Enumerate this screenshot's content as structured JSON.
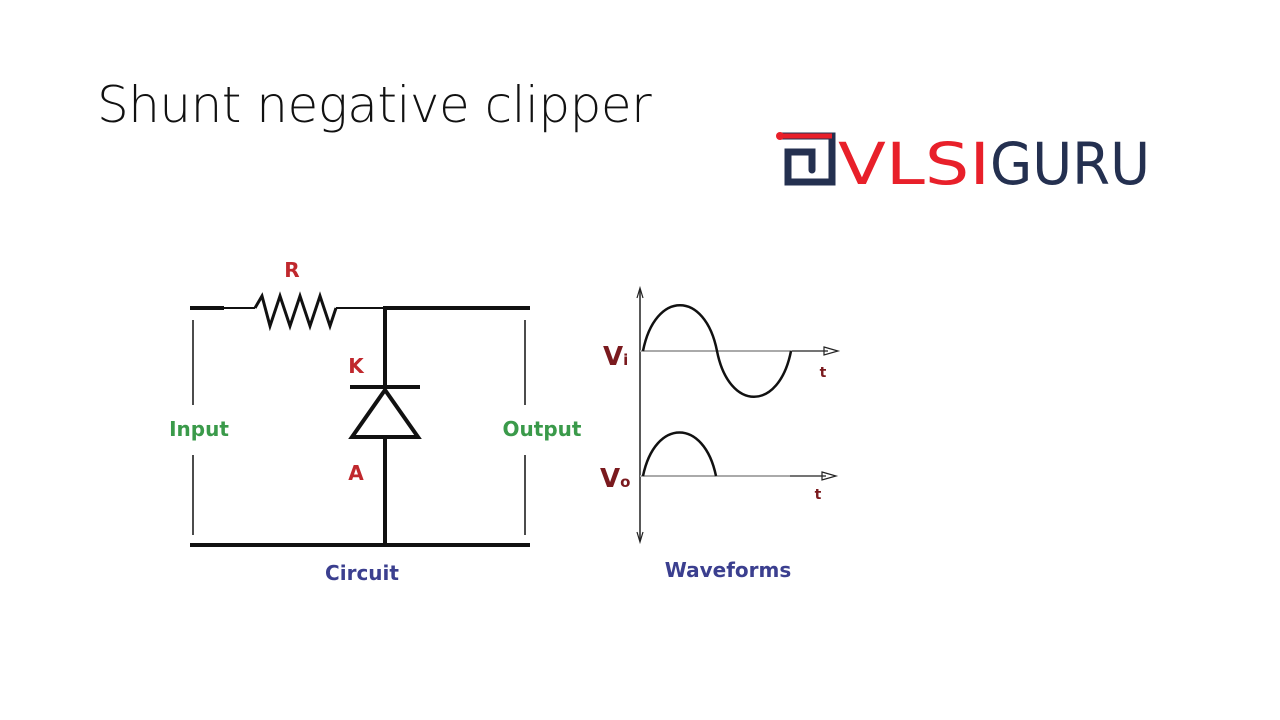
{
  "slide": {
    "title": "Shunt negative clipper"
  },
  "logo": {
    "part1": "VLSI",
    "part2": "GURU"
  },
  "circuit": {
    "resistor_label": "R",
    "cathode_label": "K",
    "anode_label": "A",
    "input_label": "Input",
    "output_label": "Output",
    "caption": "Circuit"
  },
  "waveforms": {
    "vi_label": "V",
    "vi_sub": "i",
    "vo_label": "V",
    "vo_sub": "o",
    "time_label_top": "t",
    "time_label_bottom": "t",
    "caption": "Waveforms"
  },
  "colors": {
    "red": "#c0282d",
    "green": "#3a9a4a",
    "blue": "#3b3f8f",
    "logo_red": "#e8202a",
    "logo_navy": "#243050"
  }
}
